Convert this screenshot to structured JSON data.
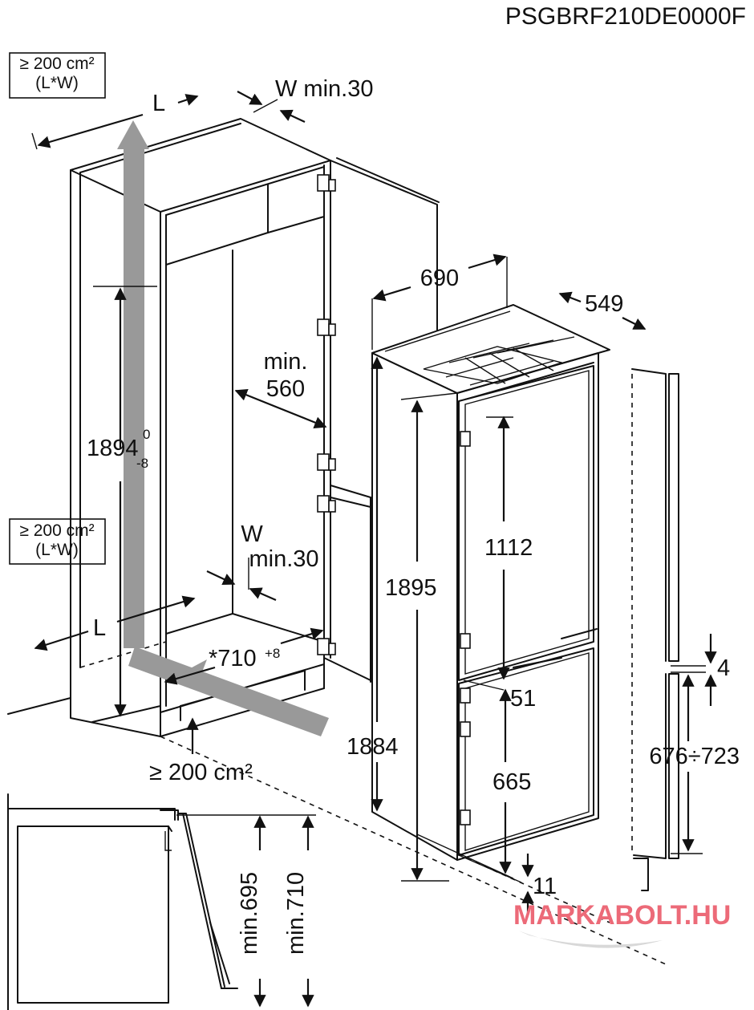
{
  "header": {
    "model_code": "PSGBRF210DE0000F"
  },
  "ventilation": {
    "top_area": [
      "≥ 200 cm²",
      "(L*W)"
    ],
    "middle_area": [
      "≥ 200 cm²",
      "(L*W)"
    ],
    "bottom_area": "≥ 200 cm²",
    "length_label": "L",
    "width_top": "W min.30",
    "width_mid": [
      "W",
      "min.30"
    ]
  },
  "niche": {
    "height_main": "1894",
    "height_tol_upper": "0",
    "height_tol_lower": "-8",
    "depth_min": [
      "min.",
      "560"
    ],
    "depth_front": "*710",
    "depth_front_tol": "+8"
  },
  "appliance": {
    "width": "690",
    "depth": "549",
    "height_total": "1895",
    "height_body": "1884",
    "fridge_door": "1112",
    "gap_doors": "51",
    "freezer_door": "665",
    "bottom_gap": "11"
  },
  "door_panel": {
    "gap": "4",
    "lower_panel_range": "676÷723"
  },
  "side_view": {
    "min_a": "min.695",
    "min_b": "min.710"
  },
  "watermark": {
    "text": "MARKABOLT.HU"
  },
  "colors": {
    "airflow": "#999999",
    "lines": "#111111",
    "watermark": "#ec6a78"
  }
}
